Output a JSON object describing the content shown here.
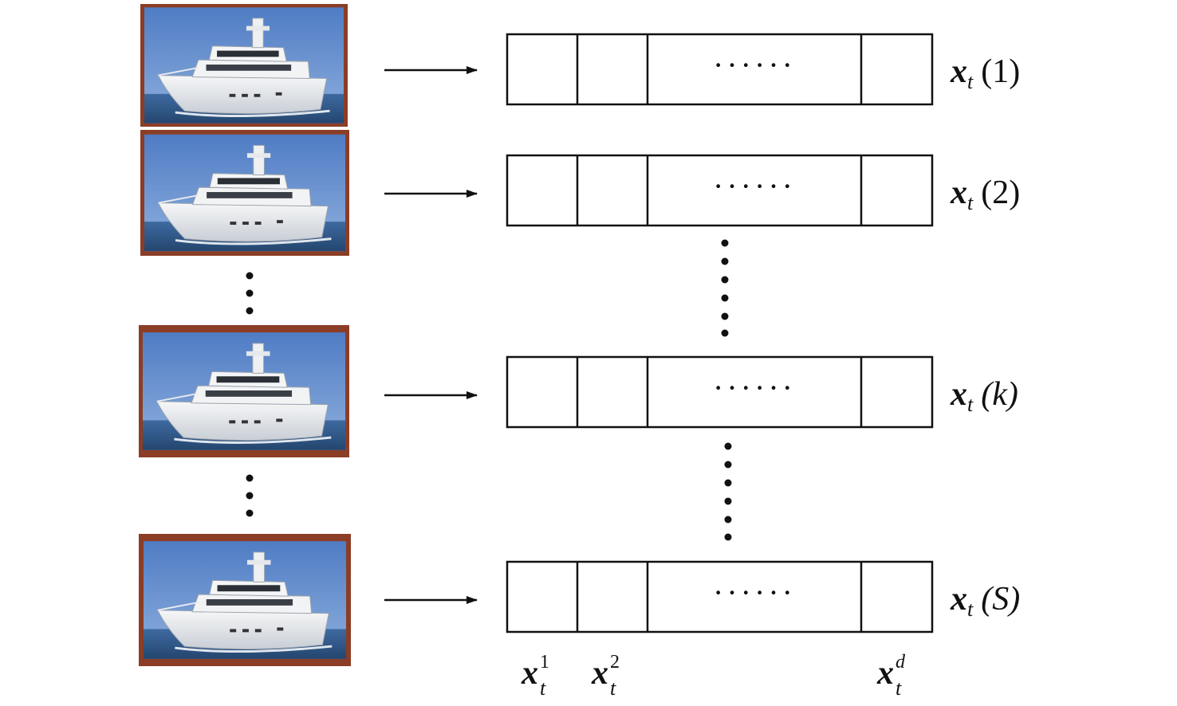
{
  "colors": {
    "frame": "#8b3d26",
    "sky": "#5b86c9",
    "sea": "#2f5a8c",
    "hull": "#eef0f2",
    "ink": "#111111"
  },
  "symbol": "x",
  "subscript": "t",
  "rows": [
    {
      "index": "(1)",
      "index_italic": false
    },
    {
      "index": "(2)",
      "index_italic": false
    },
    {
      "index": "(k)",
      "index_italic": true
    },
    {
      "index": "(S)",
      "index_italic": true
    }
  ],
  "cells": {
    "middle_dots": "······"
  },
  "columns": [
    {
      "superscript": "1",
      "italic": false
    },
    {
      "superscript": "2",
      "italic": false
    },
    {
      "superscript": "d",
      "italic": true
    }
  ],
  "images": [
    {
      "icon": "boat-photo"
    },
    {
      "icon": "boat-photo"
    },
    {
      "icon": "boat-photo"
    },
    {
      "icon": "boat-photo"
    }
  ]
}
